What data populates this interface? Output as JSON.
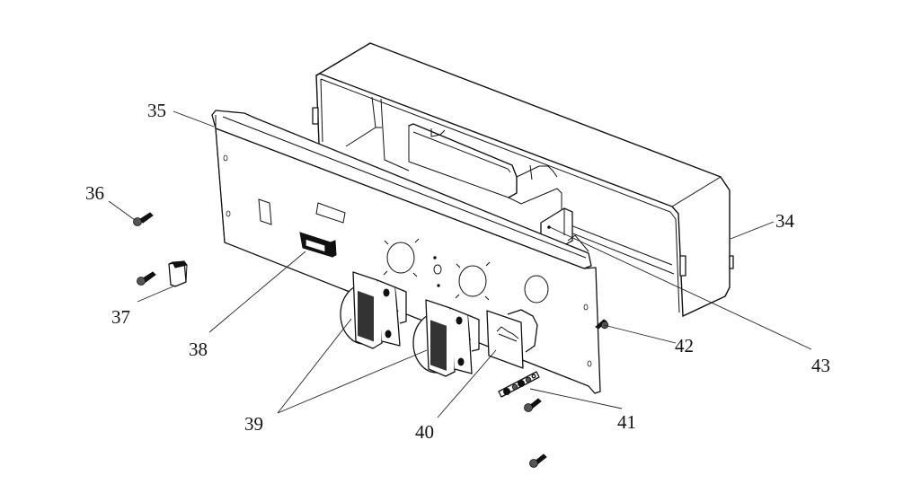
{
  "diagram": {
    "type": "exploded parts view",
    "subject": "control panel assembly",
    "callouts": [
      {
        "id": "34",
        "label": "34",
        "part": "housing box"
      },
      {
        "id": "35",
        "label": "35",
        "part": "front panel"
      },
      {
        "id": "36",
        "label": "36",
        "part": "screw"
      },
      {
        "id": "37",
        "label": "37",
        "part": "switch cap"
      },
      {
        "id": "38",
        "label": "38",
        "part": "digital meter"
      },
      {
        "id": "39",
        "label": "39",
        "part": "AC socket (x2)"
      },
      {
        "id": "40",
        "label": "40",
        "part": "circuit breaker plate"
      },
      {
        "id": "41",
        "label": "41",
        "part": "terminal strip"
      },
      {
        "id": "42",
        "label": "42",
        "part": "bolt"
      },
      {
        "id": "43",
        "label": "43",
        "part": "bracket"
      }
    ]
  }
}
